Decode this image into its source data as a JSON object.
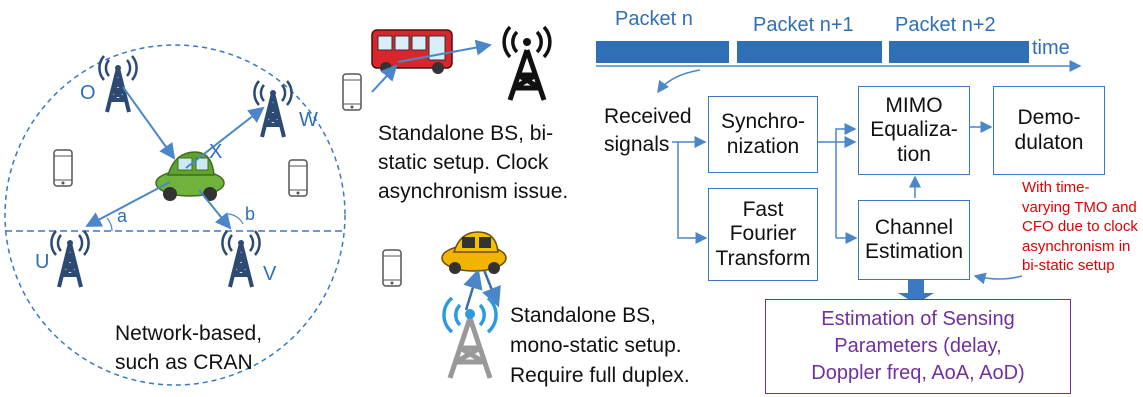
{
  "network": {
    "nodes": {
      "O": "O",
      "W": "W",
      "X": "X",
      "U": "U",
      "V": "V"
    },
    "angles": {
      "a": "a",
      "b": "b"
    },
    "caption_line1": "Network-based,",
    "caption_line2": "such as CRAN"
  },
  "bistatic": {
    "line1": "Standalone BS, bi-",
    "line2": "static setup. Clock",
    "line3": "asynchronism issue."
  },
  "monostatic": {
    "line1": "Standalone BS,",
    "line2": "mono-static setup.",
    "line3": "Require full duplex."
  },
  "timeline": {
    "packets": [
      "Packet n",
      "Packet n+1",
      "Packet n+2"
    ],
    "axis_label": "time"
  },
  "pipeline": {
    "received_line1": "Received",
    "received_line2": "signals",
    "sync_line1": "Synchro-",
    "sync_line2": "nization",
    "fft_line1": "Fast",
    "fft_line2": "Fourier",
    "fft_line3": "Transform",
    "mimo_line1": "MIMO",
    "mimo_line2": "Equaliza-",
    "mimo_line3": "tion",
    "demod_line1": "Demo-",
    "demod_line2": "dulaton",
    "chest_line1": "Channel",
    "chest_line2": "Estimation",
    "note": [
      "With time-",
      "varying TMO and",
      "CFO due to clock",
      "asynchronism in",
      "bi-static setup"
    ],
    "sensing": [
      "Estimation of Sensing",
      "Parameters (delay,",
      "Doppler freq, AoA, AoD)"
    ]
  },
  "colors": {
    "accent": "#3a78c0",
    "packet": "#2f6fb5",
    "note": "#e00000",
    "sensing": "#7030a0"
  }
}
